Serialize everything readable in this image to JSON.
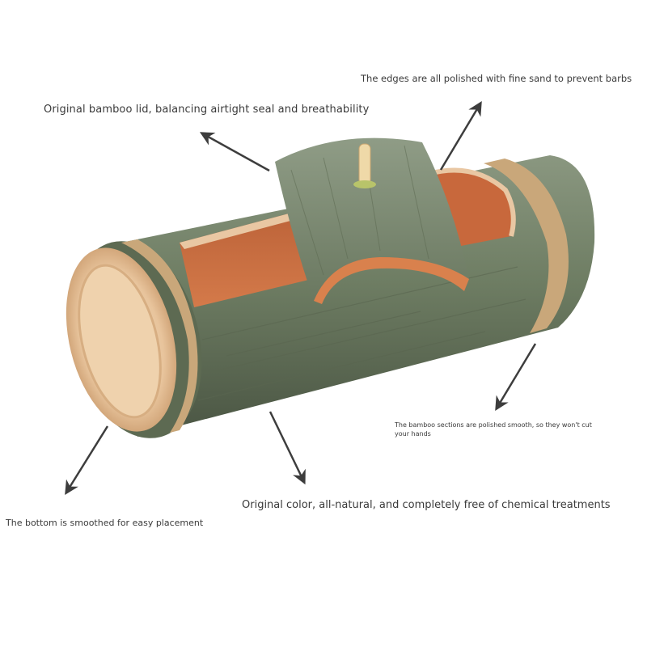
{
  "annotations": {
    "lid": "Original bamboo lid, balancing airtight seal and breathability",
    "edges": "The edges are all polished with fine sand to prevent barbs",
    "sections": "The bamboo sections are polished smooth, so they won't cut your hands",
    "color": "Original color, all-natural, and completely free of chemical treatments",
    "bottom": "The bottom is smoothed for easy placement"
  },
  "colors": {
    "bamboo_outer": "#6e7d63",
    "bamboo_dark": "#4f5c46",
    "bamboo_node": "#c9a77a",
    "interior": "#c8683c",
    "rim": "#e9c7a3",
    "arrow": "#3d3d3d"
  }
}
